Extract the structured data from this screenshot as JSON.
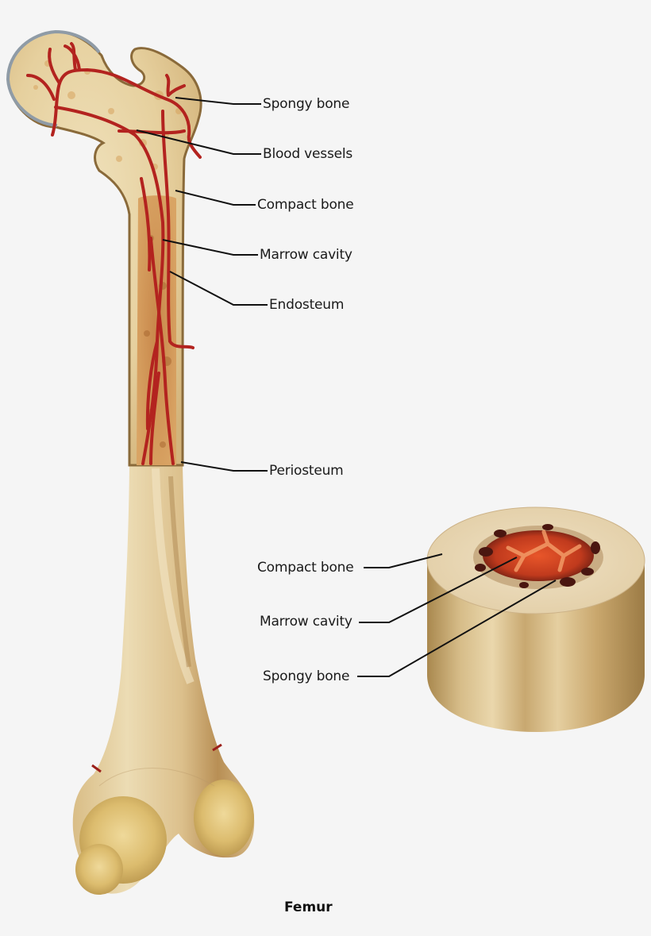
{
  "diagram": {
    "caption": "Femur",
    "colors": {
      "background": "#f5f5f5",
      "bone_light": "#e8d4a4",
      "bone_mid": "#d4b57c",
      "bone_outline": "#8a6a3a",
      "marrow": "#c98a4a",
      "vessel": "#b3231f",
      "articular_cartilage": "#8f9ba6",
      "leader_line": "#111111"
    },
    "femur_labels": [
      {
        "id": "spongy-bone",
        "text": "Spongy bone"
      },
      {
        "id": "blood-vessels",
        "text": "Blood vessels"
      },
      {
        "id": "compact-bone",
        "text": "Compact bone"
      },
      {
        "id": "marrow-cavity",
        "text": "Marrow cavity"
      },
      {
        "id": "endosteum",
        "text": "Endosteum"
      },
      {
        "id": "periosteum",
        "text": "Periosteum"
      }
    ],
    "cross_section_labels": [
      {
        "id": "compact-bone",
        "text": "Compact bone"
      },
      {
        "id": "marrow-cavity",
        "text": "Marrow cavity"
      },
      {
        "id": "spongy-bone",
        "text": "Spongy bone"
      }
    ]
  }
}
